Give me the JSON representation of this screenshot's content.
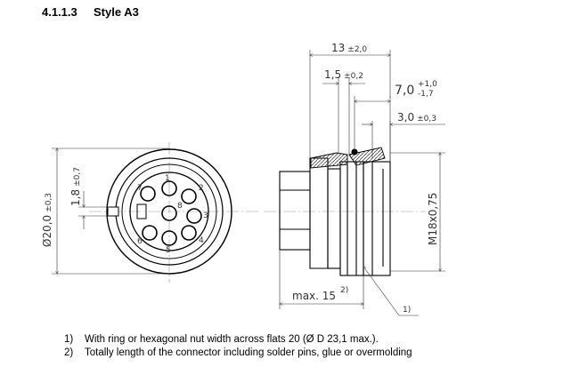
{
  "heading": {
    "number": "4.1.1.3",
    "title": "Style A3"
  },
  "front_view": {
    "dim_diameter": "Ø20,0",
    "dim_diameter_tol": "±0,3",
    "dim_key": "1,8",
    "dim_key_tol": "±0,7",
    "pin_labels": [
      "1",
      "2",
      "3",
      "4",
      "5",
      "6",
      "7",
      "8"
    ]
  },
  "side_view": {
    "dim_total": "13",
    "dim_total_tol": "±2,0",
    "dim_flange": "1,5",
    "dim_flange_tol": "±0,2",
    "dim_body": "7,0",
    "dim_body_tol_upper": "+1,0",
    "dim_body_tol_lower": "-1,7",
    "dim_nut": "3,0",
    "dim_nut_tol": "±0,3",
    "dim_thread": "M18x0,75",
    "dim_length": "max. 15",
    "dim_length_ref": "2)",
    "callout": "1)"
  },
  "notes": [
    {
      "num": "1)",
      "text": "With ring or hexagonal nut width across flats 20 (Ø D 23,1 max.)."
    },
    {
      "num": "2)",
      "text": "Totally length of the connector including solder pins, glue or overmolding"
    }
  ]
}
